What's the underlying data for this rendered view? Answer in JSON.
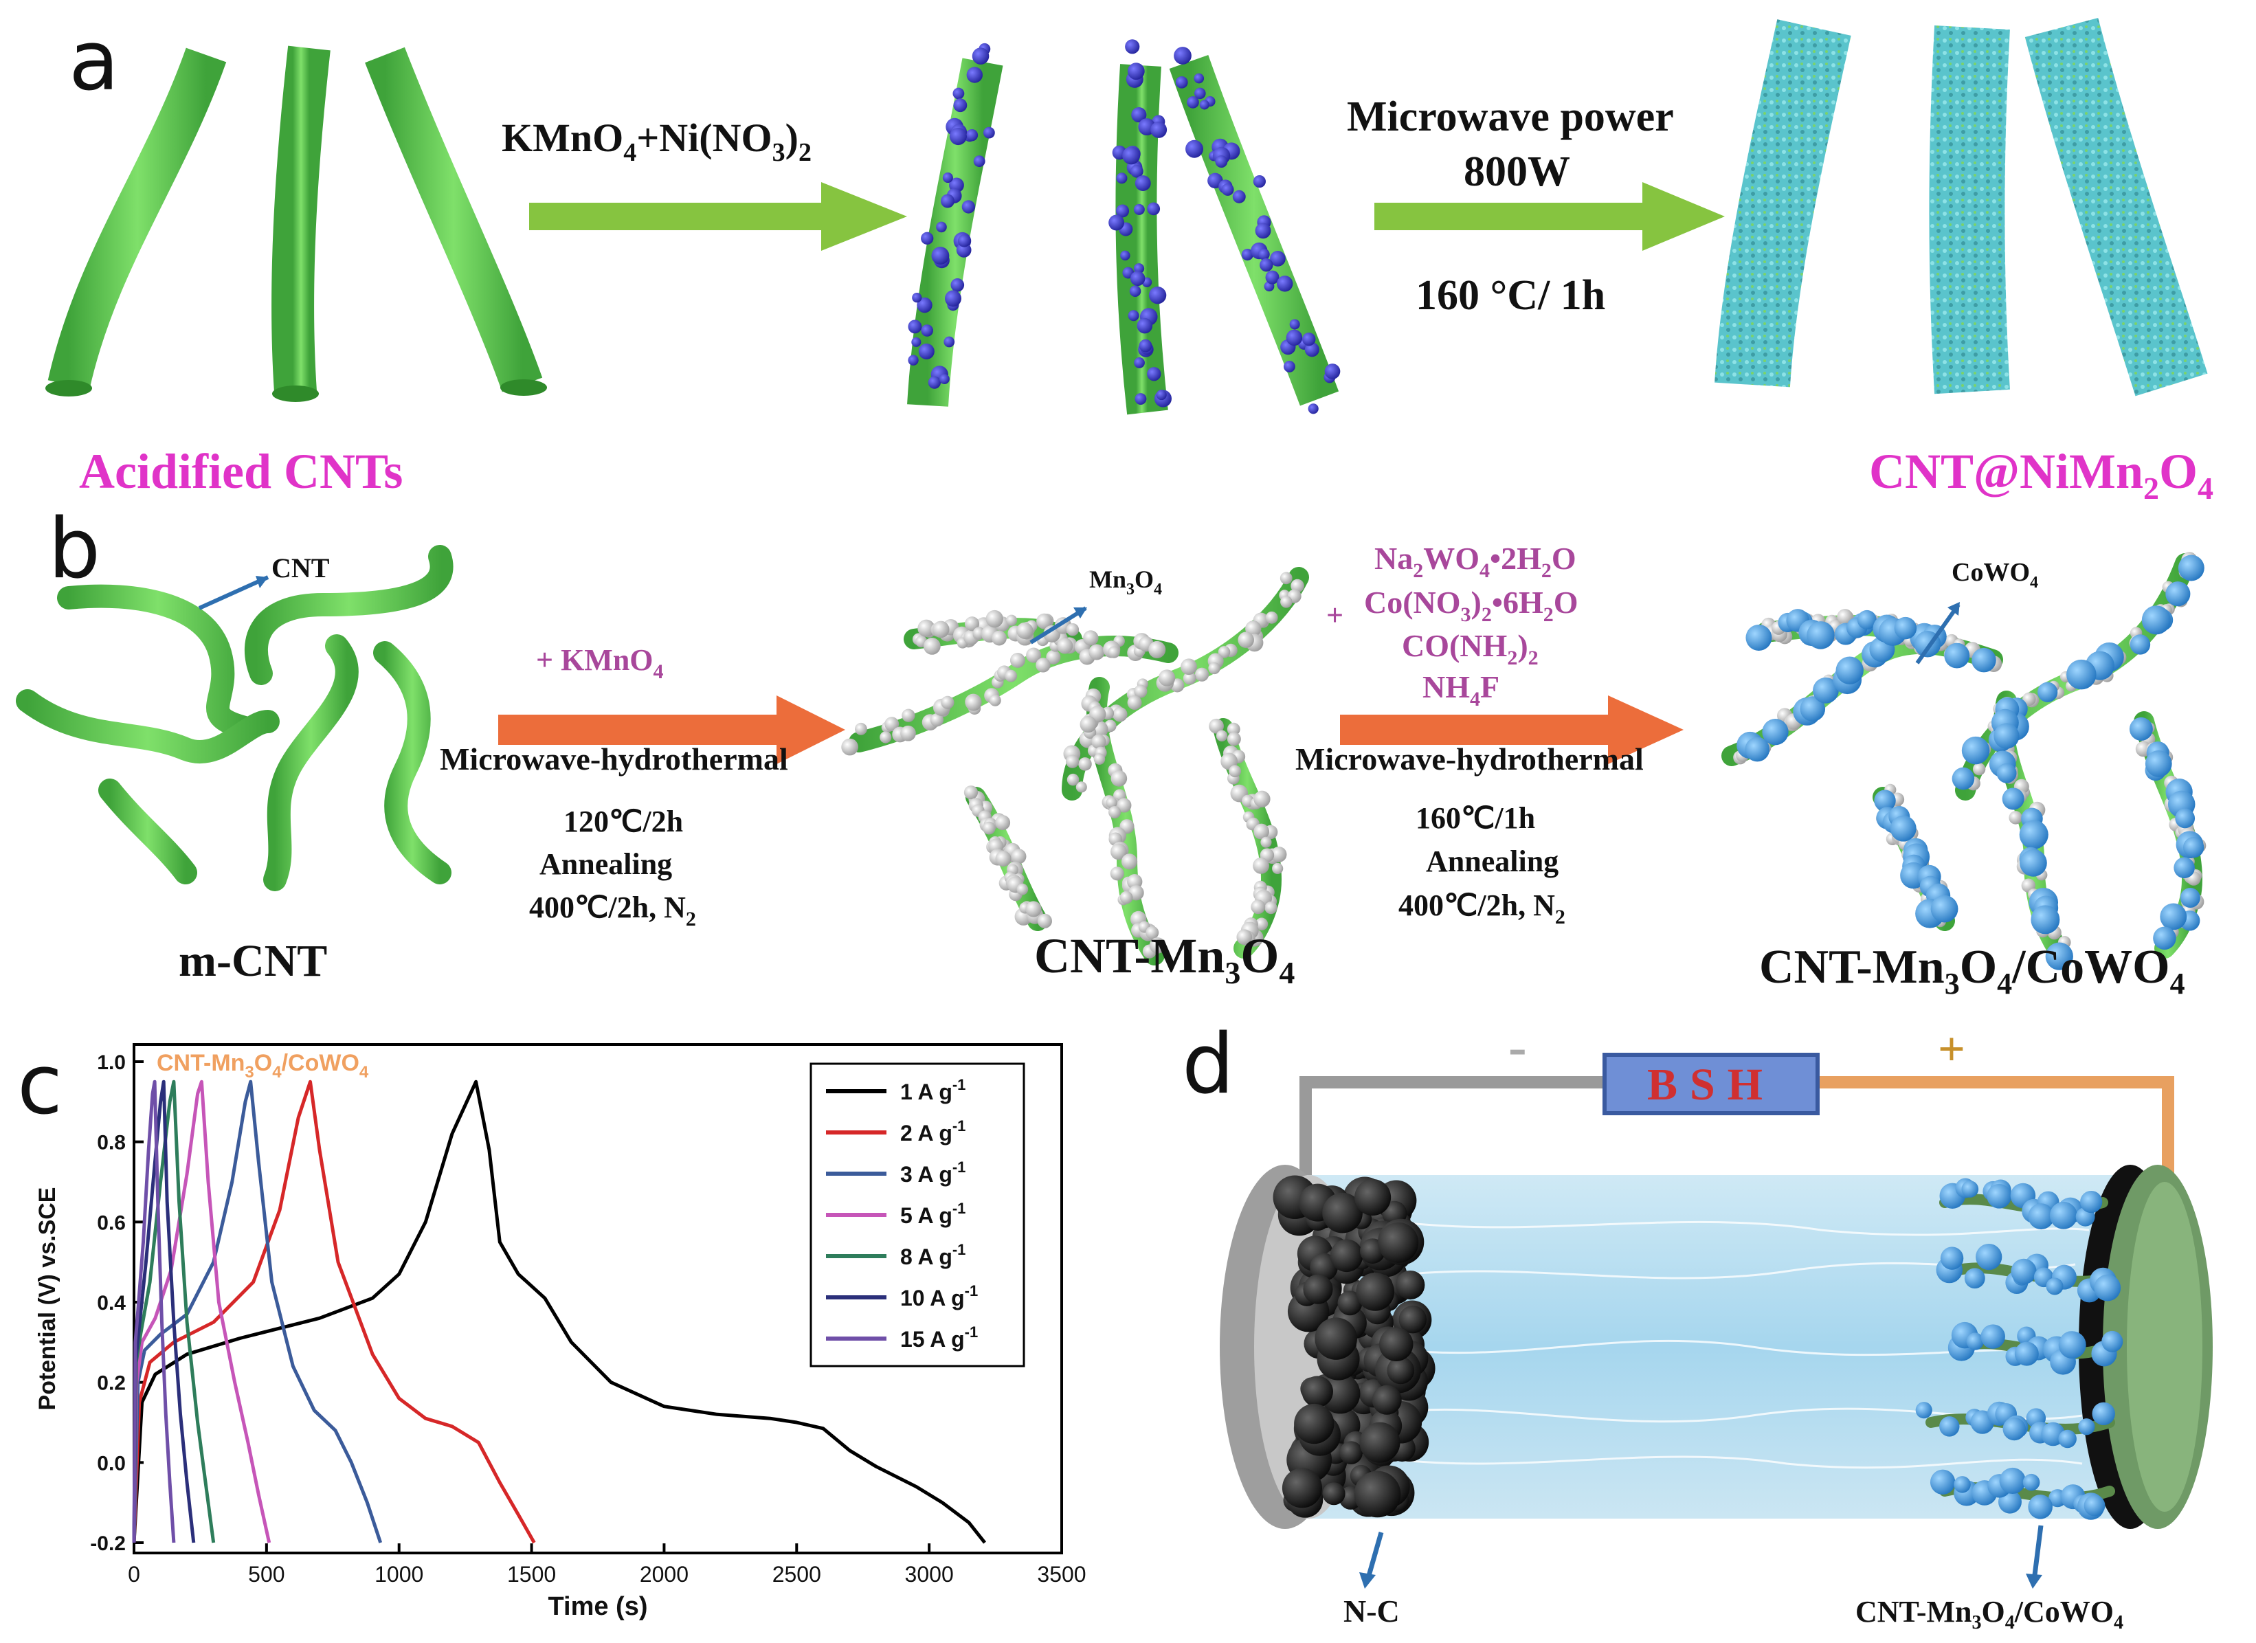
{
  "panels": {
    "a": {
      "letter": "a",
      "start_label": "Acidified CNTs",
      "reagent": {
        "main": "KMnO",
        "s1": "4",
        "mid": "+Ni(NO",
        "s2": "3",
        "close": ")",
        "s3": "2"
      },
      "conditions": {
        "line1": "Microwave power",
        "line2": "800W",
        "line3": "160 °C/ 1h"
      },
      "product": {
        "main": "CNT@NiMn",
        "s1": "2",
        "mid": "O",
        "s2": "4"
      }
    },
    "b": {
      "letter": "b",
      "cnt_pointer": "CNT",
      "start_label": "m-CNT",
      "step1": {
        "reagent": {
          "main": "+ KMnO",
          "s1": "4"
        },
        "method": "Microwave-hydrothermal",
        "temp": "120℃/2h",
        "anneal": "Annealing",
        "anneal_temp": {
          "main": "400℃/2h, N",
          "s1": "2"
        }
      },
      "mid_pointer": {
        "main": "Mn",
        "s1": "3",
        "mid": "O",
        "s2": "4"
      },
      "mid_label": {
        "main": "CNT-Mn",
        "s1": "3",
        "mid": "O",
        "s2": "4"
      },
      "step2": {
        "plus": "+",
        "r1": {
          "a": "Na",
          "s1": "2",
          "b": "WO",
          "s2": "4",
          "c": "•2H",
          "s3": "2",
          "d": "O"
        },
        "r2": {
          "a": "Co(NO",
          "s1": "3",
          "b": ")",
          "s2": "2",
          "c": "•6H",
          "s3": "2",
          "d": "O"
        },
        "r3": {
          "a": "CO(NH",
          "s1": "2",
          "b": ")",
          "s2": "2"
        },
        "r4": {
          "a": "NH",
          "s1": "4",
          "b": "F"
        },
        "method": "Microwave-hydrothermal",
        "temp": "160℃/1h",
        "anneal": "Annealing",
        "anneal_temp": {
          "main": "400℃/2h, N",
          "s1": "2"
        }
      },
      "end_pointer": {
        "main": "CoWO",
        "s1": "4"
      },
      "end_label": {
        "main": "CNT-Mn",
        "s1": "3",
        "mid": "O",
        "s2": "4",
        "tail": "/CoWO",
        "s3": "4"
      }
    },
    "c": {
      "letter": "c",
      "inset_title": {
        "main": "CNT-Mn",
        "s1": "3",
        "mid": "O",
        "s2": "4",
        "tail": "/CoWO",
        "s3": "4"
      }
    },
    "d": {
      "letter": "d",
      "device": "BSH",
      "minus": "-",
      "plus": "+",
      "left_label": "N-C",
      "right_label": {
        "main": "CNT-Mn",
        "s1": "3",
        "mid": "O",
        "s2": "4",
        "tail": "/CoWO",
        "s3": "4"
      }
    }
  },
  "chart_data": {
    "type": "line",
    "xlabel": "Time (s)",
    "ylabel": "Potential (V) vs.SCE",
    "xlim": [
      0,
      3500
    ],
    "ylim": [
      -0.2,
      1.0
    ],
    "xticks": [
      0,
      500,
      1000,
      1500,
      2000,
      2500,
      3000,
      3500
    ],
    "yticks": [
      -0.2,
      0.0,
      0.2,
      0.4,
      0.6,
      0.8,
      1.0
    ],
    "xtick_labels": [
      "0",
      "500",
      "1000",
      "1500",
      "2000",
      "2500",
      "3000",
      "3500"
    ],
    "ytick_labels": [
      "-0.2",
      "0.0",
      "0.2",
      "0.4",
      "0.6",
      "0.8",
      "1.0"
    ],
    "legend_position": "top-right",
    "series": [
      {
        "name": "1 A g",
        "sup": "-1",
        "color": "#000000",
        "x": [
          0,
          30,
          80,
          200,
          400,
          700,
          900,
          1000,
          1100,
          1200,
          1290,
          1340,
          1380,
          1450,
          1550,
          1650,
          1800,
          2000,
          2200,
          2400,
          2500,
          2600,
          2700,
          2800,
          2950,
          3050,
          3150,
          3210
        ],
        "y": [
          -0.2,
          0.15,
          0.22,
          0.27,
          0.31,
          0.36,
          0.41,
          0.47,
          0.6,
          0.82,
          0.95,
          0.78,
          0.55,
          0.47,
          0.41,
          0.3,
          0.2,
          0.14,
          0.12,
          0.11,
          0.1,
          0.085,
          0.03,
          -0.01,
          -0.06,
          -0.1,
          -0.15,
          -0.2
        ]
      },
      {
        "name": "2 A g",
        "sup": "-1",
        "color": "#d62728",
        "x": [
          0,
          20,
          60,
          150,
          300,
          450,
          550,
          620,
          665,
          700,
          770,
          900,
          1000,
          1100,
          1200,
          1300,
          1380,
          1450,
          1510
        ],
        "y": [
          -0.2,
          0.15,
          0.25,
          0.3,
          0.35,
          0.45,
          0.63,
          0.86,
          0.95,
          0.78,
          0.5,
          0.27,
          0.16,
          0.11,
          0.09,
          0.05,
          -0.05,
          -0.13,
          -0.2
        ]
      },
      {
        "name": "3 A g",
        "sup": "-1",
        "color": "#3b5b9a",
        "x": [
          0,
          15,
          40,
          100,
          200,
          300,
          370,
          420,
          440,
          470,
          520,
          600,
          680,
          760,
          820,
          880,
          930
        ],
        "y": [
          -0.2,
          0.2,
          0.28,
          0.32,
          0.37,
          0.5,
          0.7,
          0.9,
          0.95,
          0.75,
          0.45,
          0.24,
          0.13,
          0.08,
          0.0,
          -0.1,
          -0.2
        ]
      },
      {
        "name": "5 A g",
        "sup": "-1",
        "color": "#c655b8",
        "x": [
          0,
          10,
          30,
          80,
          140,
          200,
          240,
          255,
          280,
          320,
          380,
          430,
          470,
          510
        ],
        "y": [
          -0.2,
          0.2,
          0.3,
          0.36,
          0.48,
          0.72,
          0.92,
          0.95,
          0.7,
          0.4,
          0.2,
          0.05,
          -0.08,
          -0.2
        ]
      },
      {
        "name": "8 A g",
        "sup": "-1",
        "color": "#2e7d5b",
        "x": [
          0,
          8,
          25,
          60,
          100,
          135,
          150,
          170,
          200,
          240,
          270,
          300
        ],
        "y": [
          -0.2,
          0.25,
          0.32,
          0.45,
          0.7,
          0.9,
          0.95,
          0.65,
          0.35,
          0.1,
          -0.05,
          -0.2
        ]
      },
      {
        "name": "10 A g",
        "sup": "-1",
        "color": "#2b2f7a",
        "x": [
          0,
          6,
          20,
          45,
          75,
          100,
          112,
          125,
          150,
          175,
          200,
          225
        ],
        "y": [
          -0.2,
          0.25,
          0.34,
          0.5,
          0.72,
          0.9,
          0.95,
          0.65,
          0.35,
          0.12,
          -0.05,
          -0.2
        ]
      },
      {
        "name": "15 A g",
        "sup": "-1",
        "color": "#6f4fa8",
        "x": [
          0,
          5,
          15,
          35,
          55,
          70,
          78,
          90,
          105,
          120,
          135,
          150
        ],
        "y": [
          -0.2,
          0.3,
          0.38,
          0.55,
          0.78,
          0.92,
          0.95,
          0.65,
          0.35,
          0.12,
          -0.05,
          -0.2
        ]
      }
    ]
  },
  "colors": {
    "cnt_green": "#5fcf4f",
    "np_blue": "#3a3ad0",
    "cyan_coat": "#5fc9d2",
    "arrow_green": "#86c440",
    "arrow_orange": "#ec6d3b",
    "magenta_label": "#e033c8",
    "reagent_purple": "#a8479b",
    "inset_title": "#f0a060",
    "mno_grey": "#c9c9c9",
    "cowo_blue": "#3b95d9"
  }
}
